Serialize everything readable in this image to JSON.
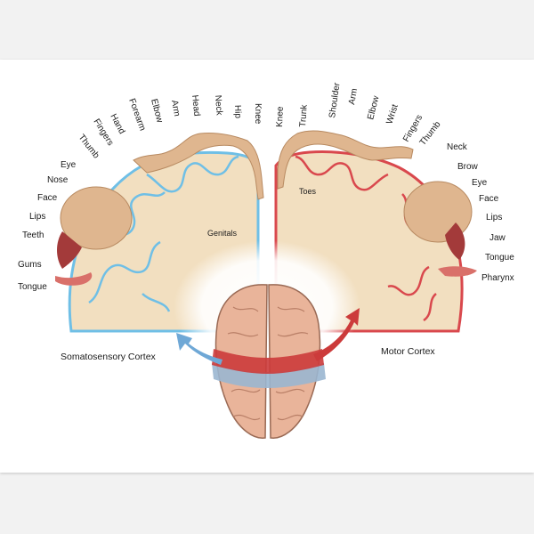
{
  "sensory_labels": [
    "Tongue",
    "Gums",
    "Teeth",
    "Lips",
    "Face",
    "Nose",
    "Eye",
    "Thumb",
    "Fingers",
    "Hand",
    "Forearm",
    "Elbow",
    "Arm",
    "Head",
    "Neck",
    "Hip",
    "Knee"
  ],
  "sensory_inner_label": "Genitals",
  "motor_labels": [
    "Knee",
    "Trunk",
    "Shoulder",
    "Arm",
    "Elbow",
    "Wrist",
    "Fingers",
    "Thumb",
    "Neck",
    "Brow",
    "Eye",
    "Face",
    "Lips",
    "Jaw",
    "Tongue",
    "Pharynx"
  ],
  "motor_inner_label": "Toes",
  "captions": {
    "sensory": "Somatosensory Cortex",
    "motor": "Motor Cortex"
  },
  "colors": {
    "sensory_outline": "#6fbfe6",
    "motor_outline": "#d9484d",
    "tissue": "#f2dfc0",
    "skin": "#dfb68f",
    "brain": "#e9b49a",
    "sensory_band": "#9ab6d0",
    "motor_band": "#cc3b3b"
  }
}
